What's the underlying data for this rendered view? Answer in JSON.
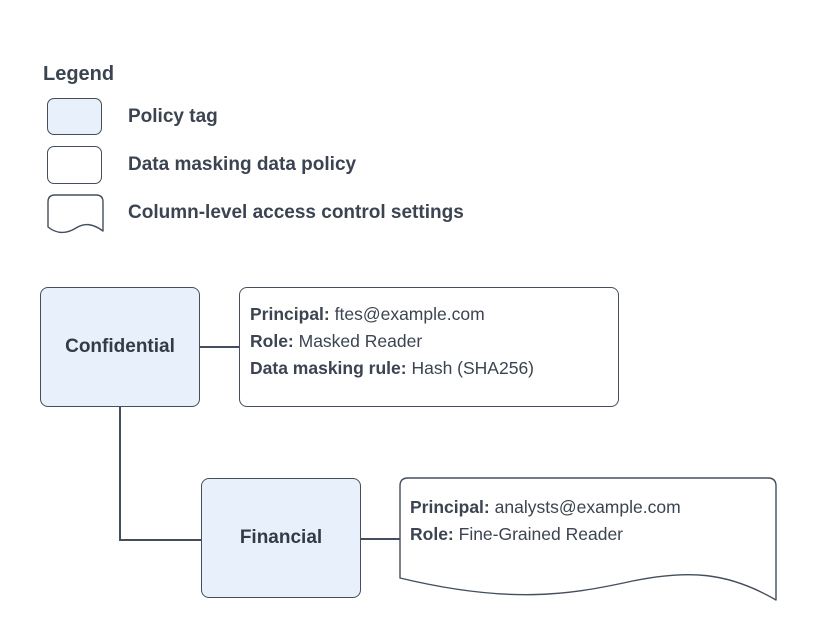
{
  "colors": {
    "background": "#ffffff",
    "policy_tag_fill": "#e8f0fc",
    "card_fill": "#ffffff",
    "stroke": "#444e5c",
    "text": "#3b4450"
  },
  "legend": {
    "title": "Legend",
    "items": [
      {
        "shape": "policy-tag-rounded-rect-blue",
        "label": "Policy tag"
      },
      {
        "shape": "data-policy-rounded-rect-white",
        "label": "Data masking data policy"
      },
      {
        "shape": "document-wavy-rect",
        "label": "Column-level access control settings"
      }
    ]
  },
  "diagram": {
    "nodes": [
      {
        "id": "confidential",
        "label": "Confidential",
        "type": "policy-tag"
      },
      {
        "id": "financial",
        "label": "Financial",
        "type": "policy-tag",
        "parent": "Confidential"
      }
    ],
    "policies": [
      {
        "attached_to": "Confidential",
        "card_type": "data-masking-data-policy",
        "fields": [
          {
            "label": "Principal:",
            "value": "ftes@example.com"
          },
          {
            "label": "Role:",
            "value": "Masked Reader"
          },
          {
            "label": "Data masking rule:",
            "value": "Hash (SHA256)"
          }
        ]
      },
      {
        "attached_to": "Financial",
        "card_type": "column-level-access-control-settings",
        "fields": [
          {
            "label": "Principal:",
            "value": "analysts@example.com"
          },
          {
            "label": "Role:",
            "value": "Fine-Grained Reader"
          }
        ]
      }
    ]
  }
}
